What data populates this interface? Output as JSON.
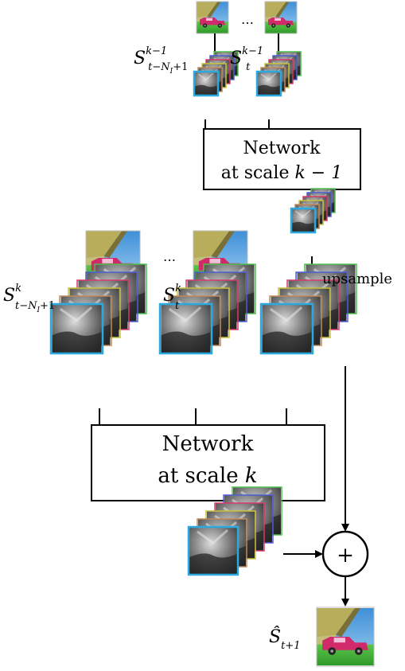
{
  "top": {
    "ellipsis": "…",
    "label_first": {
      "base": "S",
      "sup": "k−1",
      "sub": "t−N",
      "subsub": "I",
      "subtail": "+1"
    },
    "label_last": {
      "base": "S",
      "sup": "k−1",
      "sub": "t"
    }
  },
  "network_prev": {
    "line1": "Network",
    "line2_prefix": "at scale ",
    "line2_math": "k − 1"
  },
  "middle": {
    "ellipsis": "…",
    "label_first": {
      "base": "S",
      "sup": "k",
      "sub": "t−N",
      "subsub": "I",
      "subtail": "+1"
    },
    "label_last": {
      "base": "S",
      "sup": "k",
      "sub": "t"
    },
    "upsample_label": "upsample"
  },
  "network_curr": {
    "line1": "Network",
    "line2_prefix": "at scale ",
    "line2_math": "k"
  },
  "sum_node": {
    "symbol": "+"
  },
  "output": {
    "label": {
      "base": "Ŝ",
      "sub": "t+1"
    }
  },
  "colors": {
    "stack_borders": [
      "#4fbf4f",
      "#4a5fd6",
      "#d63a6a",
      "#c9c23a",
      "#c08a5a",
      "#2aa9e0"
    ],
    "line": "#000000"
  }
}
